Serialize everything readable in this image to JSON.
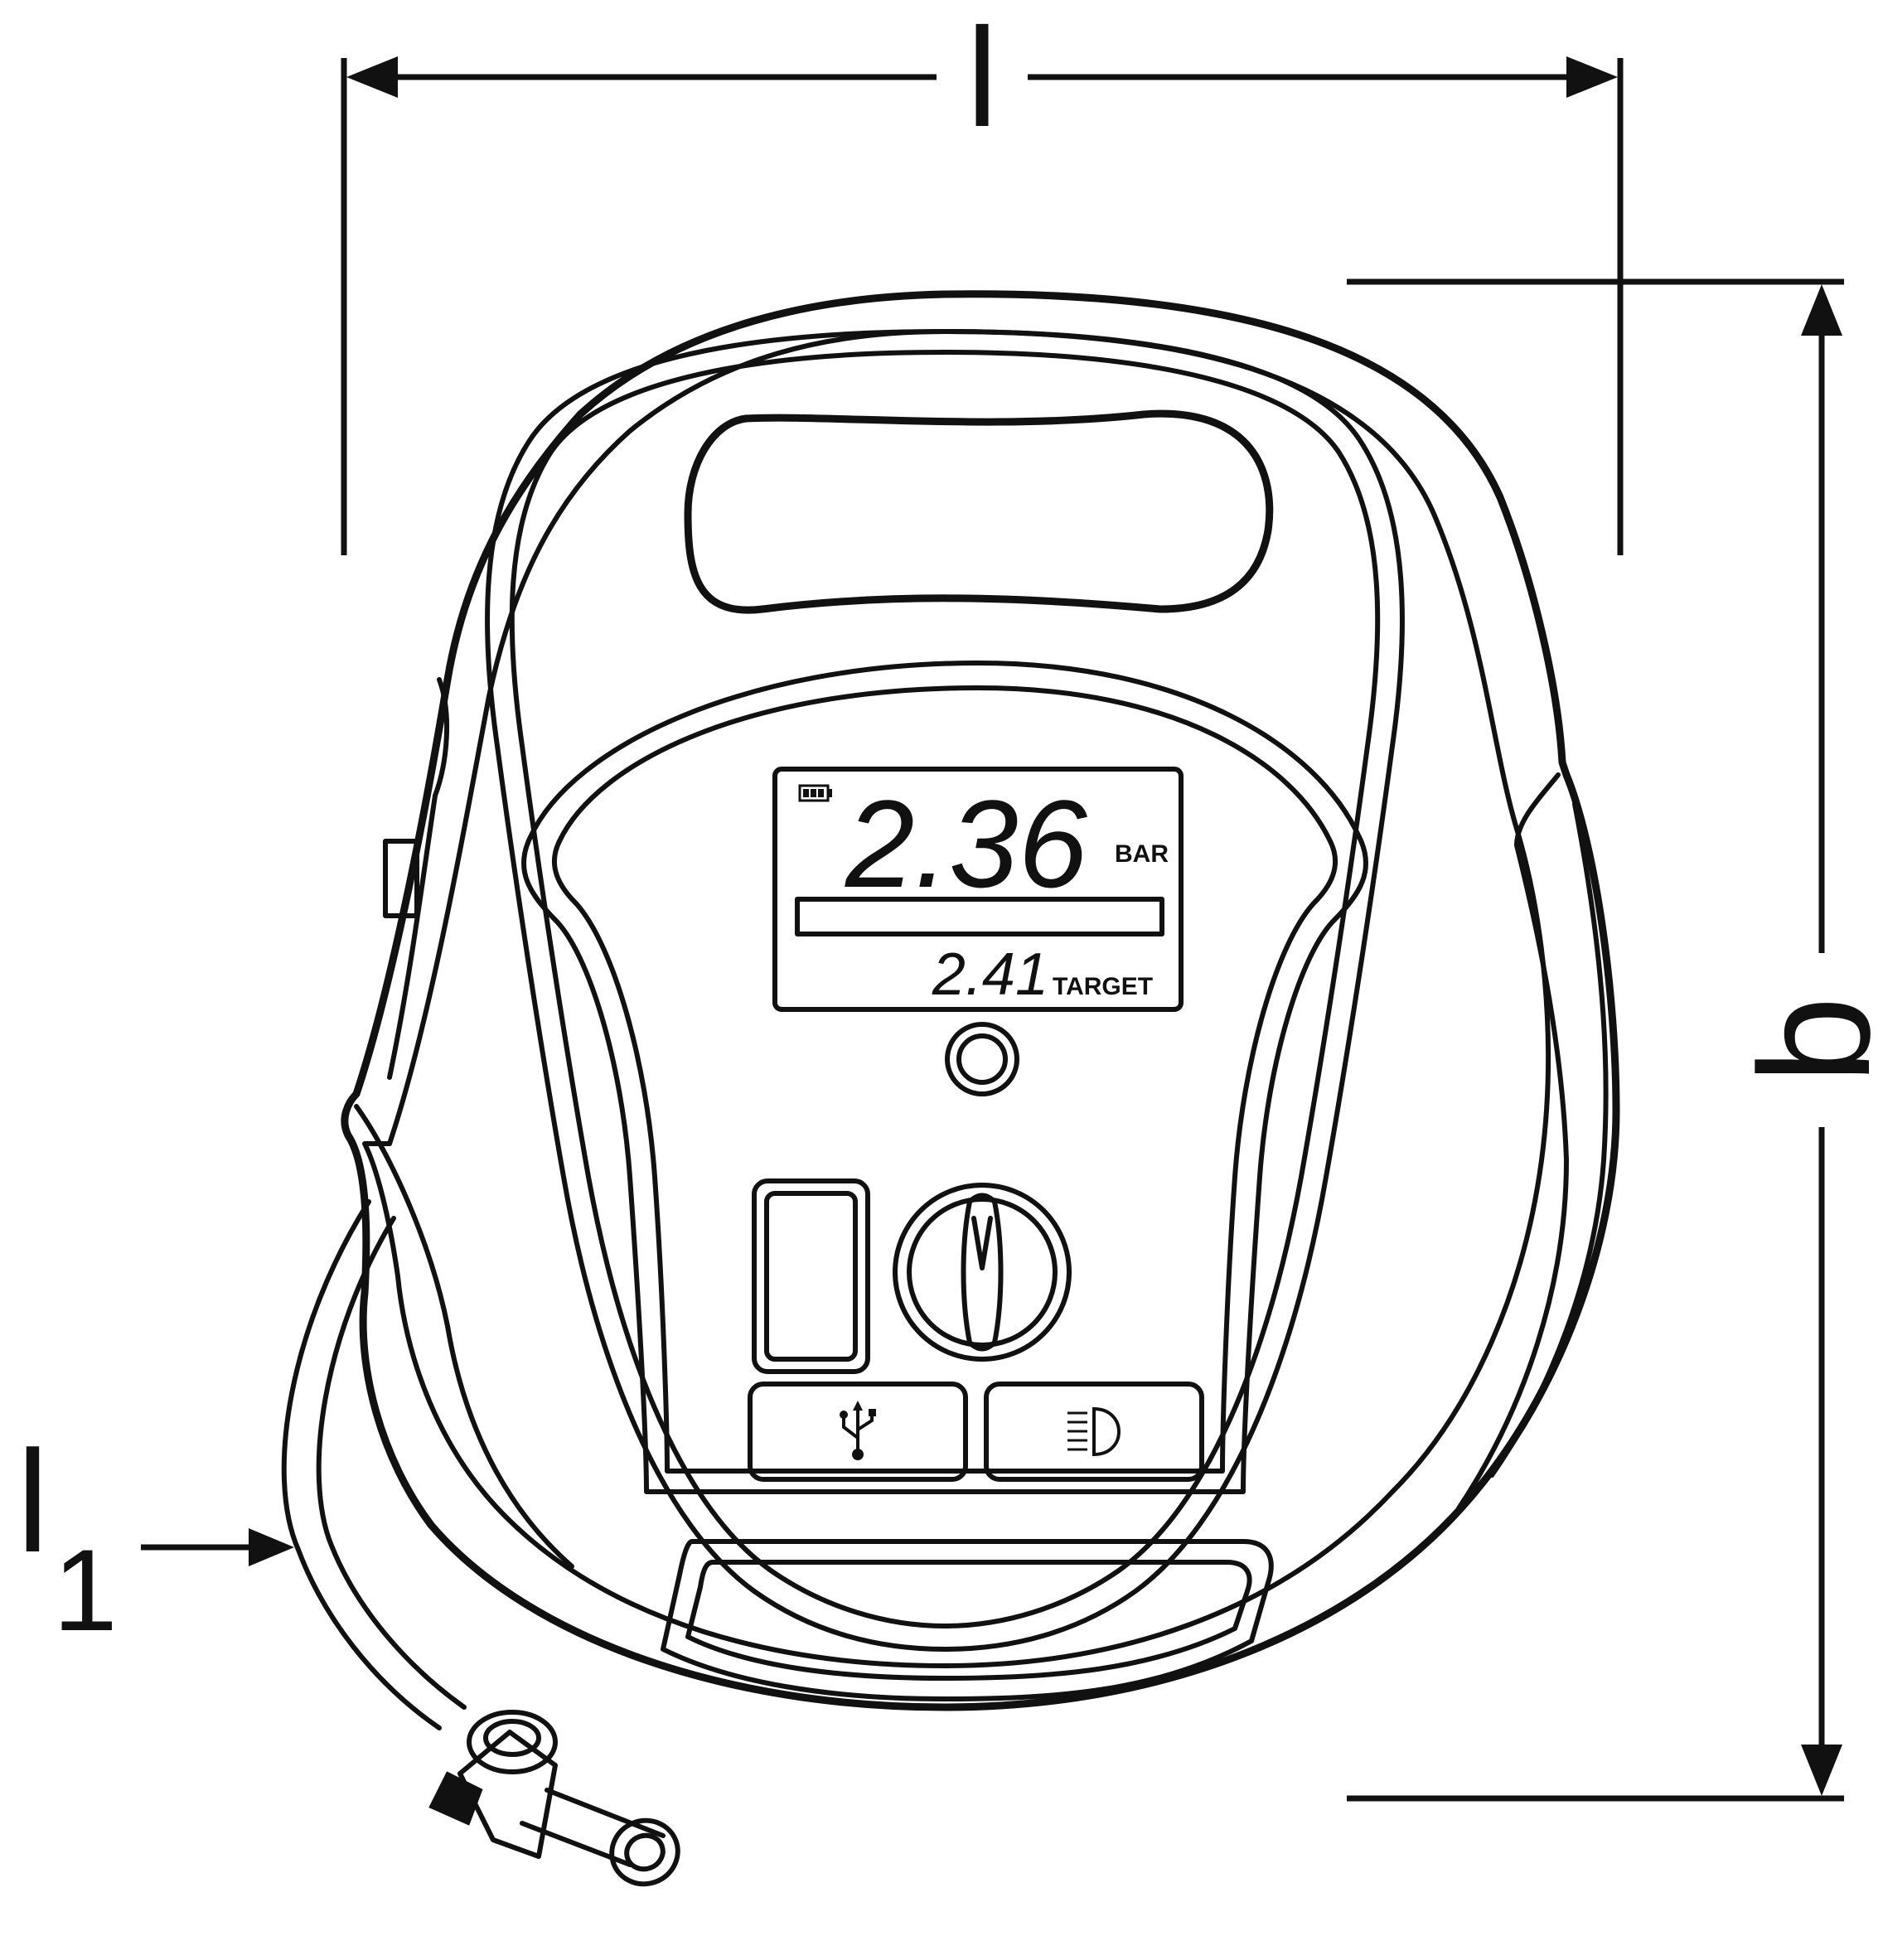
{
  "dimensions": {
    "length_label": "l",
    "height_label": "b",
    "hose_label": "l",
    "hose_label_subscript": "1"
  },
  "display": {
    "pressure_reading": "2.36",
    "pressure_unit": "BAR",
    "target_reading": "2.41",
    "target_label": "TARGET"
  },
  "icons": {
    "battery": "battery-icon",
    "usb": "usb-icon",
    "light": "headlight-icon"
  }
}
